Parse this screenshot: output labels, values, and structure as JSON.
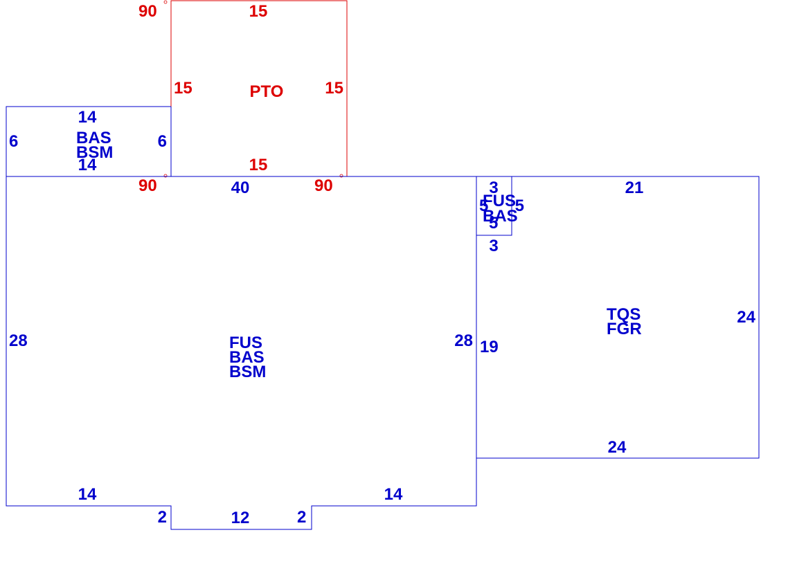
{
  "colors": {
    "main_outline": "#0000cc",
    "patio_outline": "#dd0000"
  },
  "patio": {
    "code": "PTO",
    "top": "15",
    "left": "15",
    "right": "15",
    "bottom": "15",
    "angle_top_left": "90",
    "angle_bottom_left": "90",
    "angle_bottom_right": "90"
  },
  "small_wing": {
    "top": "14",
    "left": "6",
    "right": "6",
    "bottom": "14",
    "code_1": "BAS",
    "code_2": "BSM"
  },
  "main_house": {
    "top": "40",
    "left": "28",
    "right": "28",
    "bottom_left": "14",
    "bottom_right": "14",
    "notch_left": "2",
    "notch_bottom": "12",
    "notch_right": "2",
    "code_1": "FUS",
    "code_2": "BAS",
    "code_3": "BSM"
  },
  "small_box": {
    "top": "3",
    "bottom": "3",
    "left": "5",
    "right": "5",
    "code_1": "FUS",
    "code_2": "BAS"
  },
  "garage": {
    "top": "21",
    "right": "24",
    "bottom": "24",
    "left": "19",
    "code_1": "TQS",
    "code_2": "FGR"
  }
}
